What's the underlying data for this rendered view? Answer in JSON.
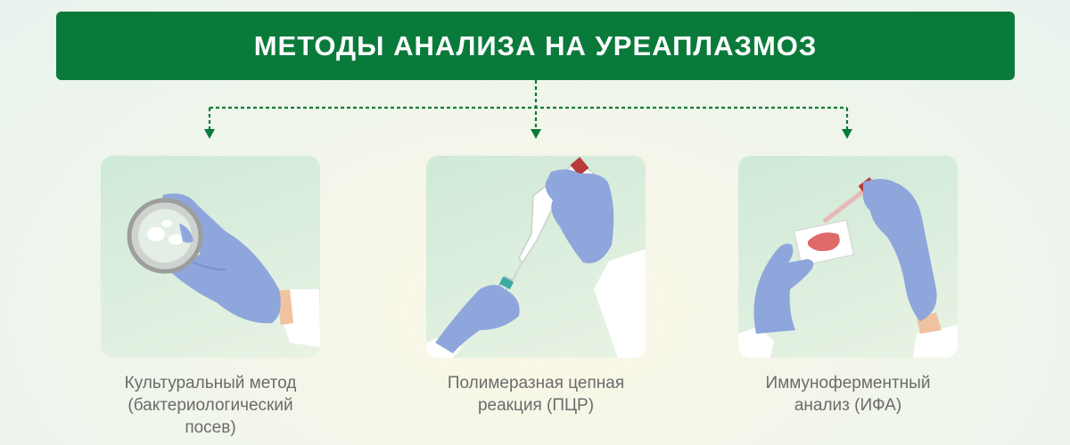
{
  "banner": {
    "title": "МЕТОДЫ АНАЛИЗА НА УРЕАПЛАЗМОЗ"
  },
  "methods": [
    {
      "line1": "Культуральный метод",
      "line2": "(бактериологический",
      "line3": "посев)"
    },
    {
      "line1": "Полимеразная цепная",
      "line2": "реакция (ПЦР)"
    },
    {
      "line1": "Иммуноферментный",
      "line2": "анализ (ИФА)"
    }
  ],
  "colors": {
    "accent": "#0a7a3a",
    "glove": "#8fa6dc",
    "caption": "#6b6b6b"
  }
}
